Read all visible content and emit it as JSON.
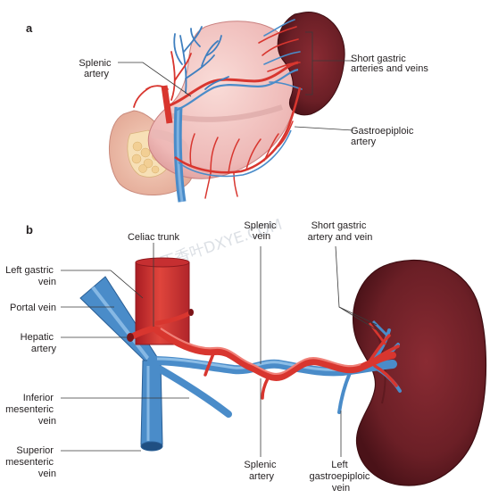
{
  "panel_a": {
    "letter": "a",
    "labels": {
      "splenic_artery": [
        "Splenic",
        "artery"
      ],
      "short_gastric": [
        "Short gastric",
        "arteries and veins"
      ],
      "gastroepiploic": [
        "Gastroepiploic",
        "artery"
      ]
    }
  },
  "panel_b": {
    "letter": "b",
    "labels": {
      "celiac_trunk": [
        "Celiac trunk"
      ],
      "splenic_vein": [
        "Splenic",
        "vein"
      ],
      "short_gastric": [
        "Short gastric",
        "artery and vein"
      ],
      "left_gastric_vein": [
        "Left gastric",
        "vein"
      ],
      "portal_vein": [
        "Portal vein"
      ],
      "hepatic_artery": [
        "Hepatic",
        "artery"
      ],
      "inferior_mesenteric_vein": [
        "Inferior",
        "mesenteric",
        "vein"
      ],
      "superior_mesenteric_vein": [
        "Superior",
        "mesenteric",
        "vein"
      ],
      "splenic_artery": [
        "Splenic",
        "artery"
      ],
      "left_gastroepiploic_vein": [
        "Left",
        "gastroepiploic",
        "vein"
      ]
    }
  },
  "watermark": "丁香叶DXYE.COM",
  "colors": {
    "artery": "#d8362f",
    "artery_dark": "#a71e22",
    "vein": "#4a8cc9",
    "vein_dark": "#2a5f96",
    "spleen": "#6b1f26",
    "stomach": "#f0c4c2",
    "pancreas": "#f6dfbf"
  }
}
